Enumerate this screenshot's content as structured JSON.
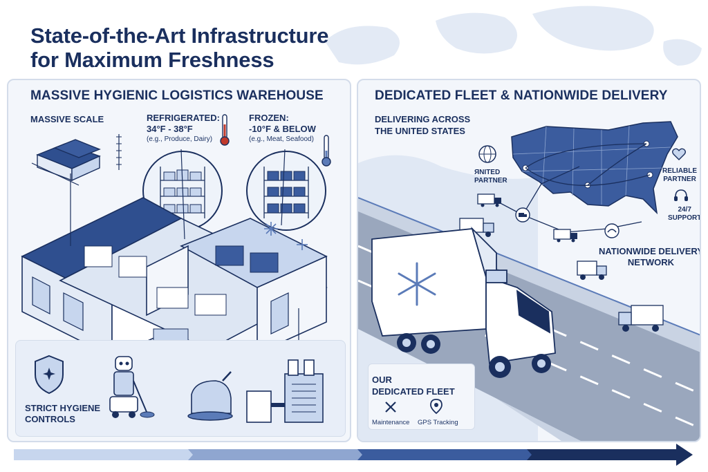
{
  "title": {
    "line1": "State-of-the-Art Infrastructure",
    "line2": "for Maximum Freshness"
  },
  "warehouse": {
    "heading": "MASSIVE HYGIENIC LOGISTICS WAREHOUSE",
    "scale_label": "MASSIVE SCALE",
    "refrigerated": {
      "label": "REFRIGERATED:",
      "range": "34°F - 38°F",
      "example": "(e.g., Produce, Dairy)"
    },
    "frozen": {
      "label": "FROZEN:",
      "range": "-10°F & BELOW",
      "example": "(e.g., Meat, Seafood)"
    },
    "hygiene": {
      "line1": "STRICT HYGIENE",
      "line2": "CONTROLS"
    }
  },
  "fleet": {
    "heading": "DEDICATED FLEET & NATIONWIDE DELIVERY",
    "delivering": {
      "line1": "DELIVERING ACROSS",
      "line2": "THE UNITED STATES"
    },
    "united_partner": {
      "line1": "ЯNITED",
      "line2": "PARTNER"
    },
    "reliable_partner": {
      "line1": "RELIABLE",
      "line2": "PARTNER"
    },
    "support": {
      "line1": "24/7",
      "line2": "SUPPORT"
    },
    "network": {
      "line1": "NATIONWIDE DELIVERY",
      "line2": "NETWORK"
    },
    "our_fleet": {
      "line1": "OUR",
      "line2": "DEDICATED FLEET"
    },
    "features": [
      "Maintenance",
      "GPS Tracking"
    ]
  },
  "colors": {
    "navy": "#1a2f5e",
    "mid_blue": "#5b7bb8",
    "light_blue": "#c7d6ee",
    "panel_bg": "#f3f6fb"
  }
}
